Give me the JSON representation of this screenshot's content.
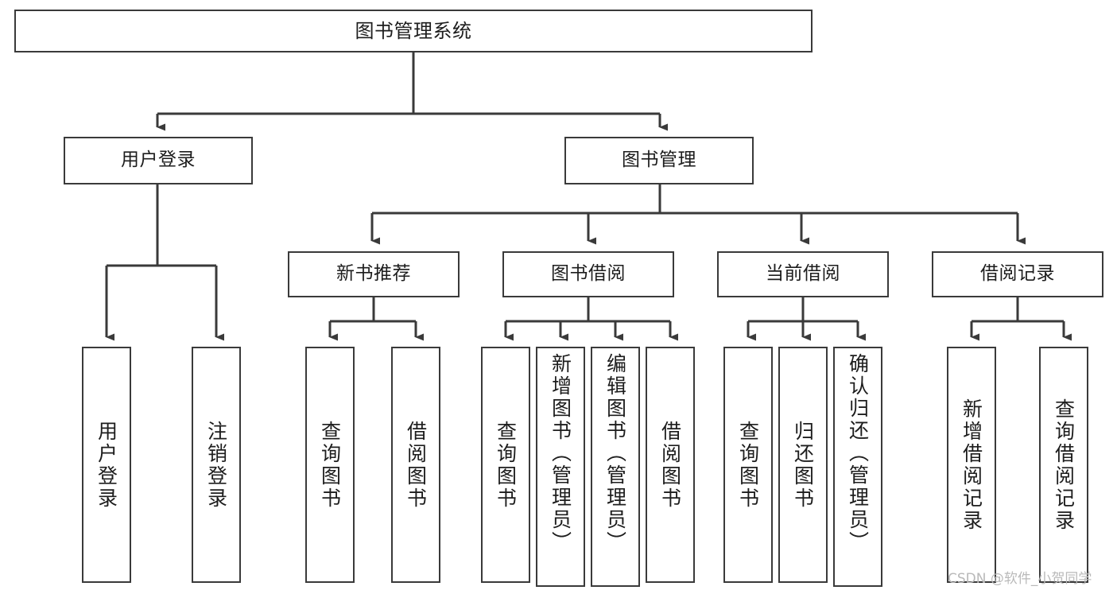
{
  "diagram": {
    "type": "hierarchy-tree",
    "title": "图书管理系统",
    "orientation": "top-down",
    "style": {
      "box_border_color": "#3a3a3a",
      "box_fill_color": "#ffffff",
      "edge_color": "#3a3a3a",
      "background_color": "#ffffff",
      "text_color": "#1d1d1d"
    },
    "root": {
      "label": "图书管理系统"
    },
    "level2": [
      {
        "label": "用户登录"
      },
      {
        "label": "图书管理"
      }
    ],
    "level3": [
      {
        "label": "新书推荐"
      },
      {
        "label": "图书借阅"
      },
      {
        "label": "当前借阅"
      },
      {
        "label": "借阅记录"
      }
    ],
    "leaves": {
      "user_login": [
        {
          "label": "用户登录"
        },
        {
          "label": "注销登录"
        }
      ],
      "new_book_recommend": [
        {
          "label": "查询图书"
        },
        {
          "label": "借阅图书"
        }
      ],
      "book_borrow": [
        {
          "label": "查询图书"
        },
        {
          "label": "新增图书（管理员）"
        },
        {
          "label": "编辑图书（管理员）"
        },
        {
          "label": "借阅图书"
        }
      ],
      "current_borrow": [
        {
          "label": "查询图书"
        },
        {
          "label": "归还图书"
        },
        {
          "label": "确认归还（管理员）"
        }
      ],
      "borrow_record": [
        {
          "label": "新增借阅记录"
        },
        {
          "label": "查询借阅记录"
        }
      ]
    }
  },
  "watermark": {
    "text": "CSDN @软件_小贺同学"
  }
}
